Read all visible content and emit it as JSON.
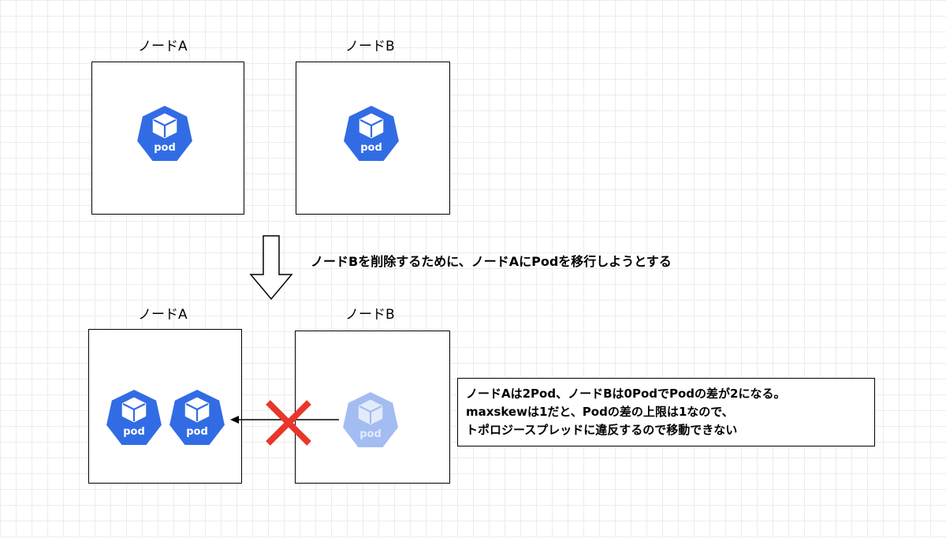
{
  "top": {
    "node_a_label": "ノードA",
    "node_b_label": "ノードB",
    "node_a_pod": "pod",
    "node_b_pod": "pod"
  },
  "transition": {
    "note": "ノードBを削除するために、ノードAにPodを移行しようとする"
  },
  "bottom": {
    "node_a_label": "ノードA",
    "node_b_label": "ノードB",
    "node_a_pod_1": "pod",
    "node_a_pod_2": "pod",
    "node_b_pod_faded": "pod"
  },
  "callout": {
    "lines": [
      "ノードAは2Pod、ノードBは0PodでPodの差が2になる。",
      "maxskewは1だと、Podの差の上限は1なので、",
      "トポロジースプレッドに違反するので移動できない"
    ]
  },
  "colors": {
    "pod_blue": "#326ce5",
    "pod_faded": "#a3bcf2",
    "cross_red": "#e8372a"
  },
  "icons": {
    "pod": "kubernetes-pod-icon",
    "down_arrow": "hollow-down-arrow",
    "blocked": "red-x-icon"
  }
}
